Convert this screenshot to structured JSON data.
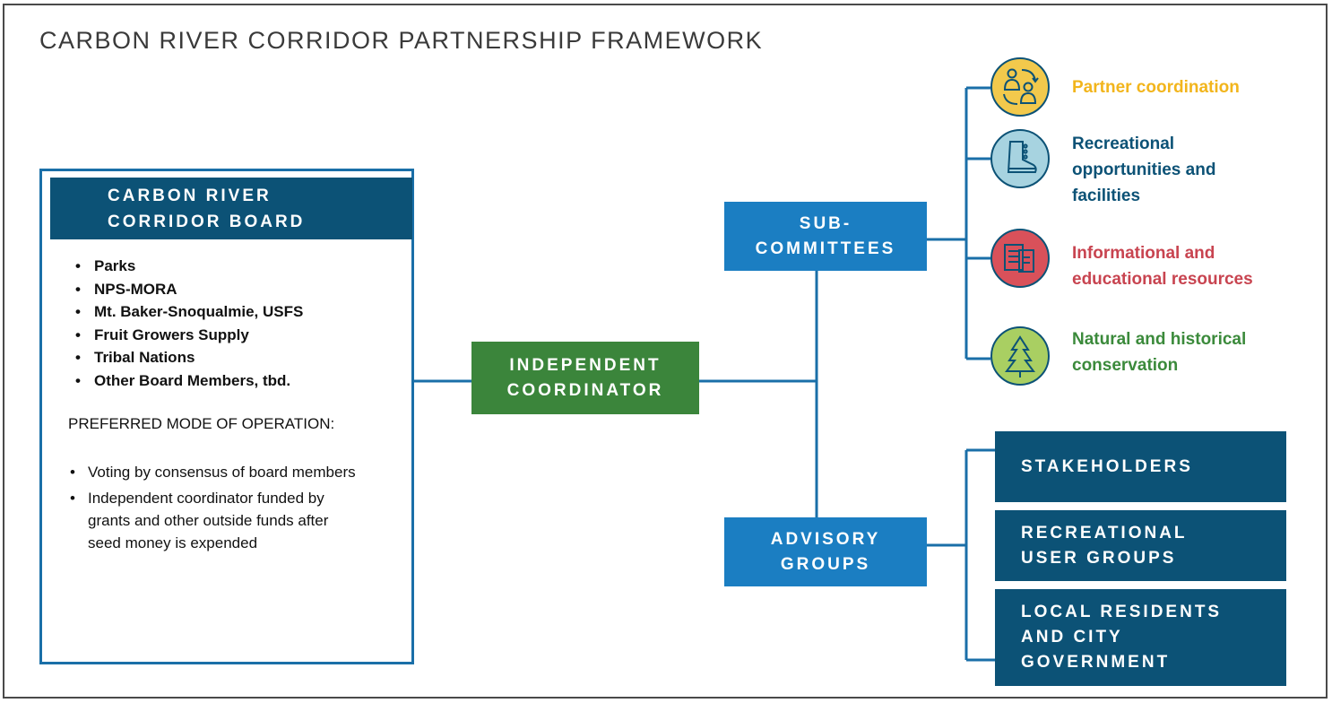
{
  "title": "CARBON RIVER CORRIDOR PARTNERSHIP FRAMEWORK",
  "board": {
    "heading_line1": "CARBON RIVER",
    "heading_line2": "CORRIDOR BOARD",
    "members": [
      "Parks",
      "NPS-MORA",
      "Mt. Baker-Snoqualmie, USFS",
      "Fruit Growers Supply",
      "Tribal Nations",
      "Other Board Members, tbd."
    ],
    "mode_title": "PREFERRED MODE OF OPERATION:",
    "mode_items": [
      "Voting by consensus of board members",
      "Independent coordinator funded by grants and other outside funds after seed money is expended"
    ]
  },
  "coordinator": {
    "line1": "INDEPENDENT",
    "line2": "COORDINATOR"
  },
  "subcommittees": {
    "line1": "SUB-",
    "line2": "COMMITTEES",
    "items": [
      {
        "icon": "people-exchange-icon",
        "color": "#f2b51c",
        "lines": [
          "Partner coordination"
        ]
      },
      {
        "icon": "hiking-boot-icon",
        "color": "#0c5276",
        "lines": [
          "Recreational",
          "opportunities and",
          "facilities"
        ]
      },
      {
        "icon": "documents-icon",
        "color": "#c84450",
        "lines": [
          "Informational and",
          "educational resources"
        ]
      },
      {
        "icon": "tree-icon",
        "color": "#3b8a3b",
        "lines": [
          "Natural and historical",
          "conservation"
        ]
      }
    ]
  },
  "advisory": {
    "line1": "ADVISORY",
    "line2": "GROUPS",
    "groups": [
      {
        "lines": [
          "STAKEHOLDERS"
        ]
      },
      {
        "lines": [
          "RECREATIONAL",
          "USER GROUPS"
        ]
      },
      {
        "lines": [
          "LOCAL RESIDENTS",
          "AND CITY",
          "GOVERNMENT"
        ]
      }
    ]
  },
  "colors": {
    "dark_blue": "#0c5276",
    "mid_blue": "#1b7ec2",
    "green": "#3b853b",
    "line_blue": "#1a6fa8"
  }
}
